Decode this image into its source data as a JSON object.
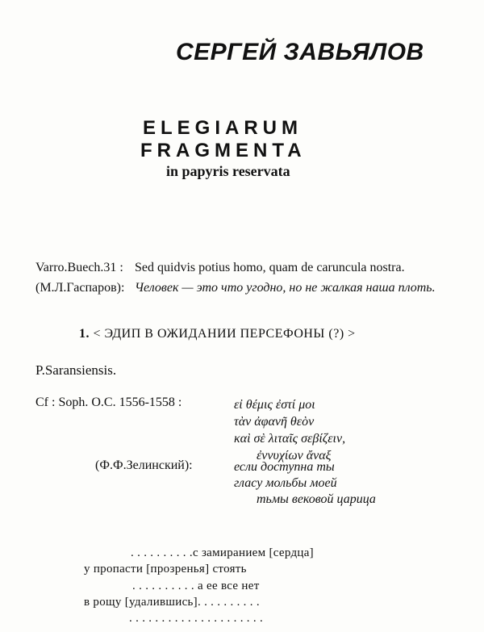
{
  "author": "СЕРГЕЙ ЗАВЬЯЛОВ",
  "title": {
    "line1": "ELEGIARUM",
    "line2": "FRAGMENTA",
    "subtitle": "in papyris reservata"
  },
  "epigraph": {
    "source1": "Varro.Buech.31 :",
    "text1": "Sed quidvis potius homo, quam de caruncula nostra.",
    "source2": "(М.Л.Гаспаров):",
    "text2": "Человек — это что угодно, но не жалкая наша плоть."
  },
  "section": {
    "number": "1.",
    "title": "< ЭДИП В ОЖИДАНИИ ПЕРСЕФОНЫ (?) >"
  },
  "papyrus": "P.Saransiensis.",
  "cf": {
    "source": "Cf : Soph. O.C. 1556-1558 :",
    "greek": [
      "εἰ θέμις ἐστί μοι",
      "τὰν ἀφανῆ θεὸν",
      "καὶ σὲ λιταῖς σεβίζειν,",
      "ἐννυχίων ἄναξ"
    ],
    "translator": "(Ф.Ф.Зелинский):",
    "translation": [
      "если доступна ты",
      "гласу мольбы моей",
      "тьмы вековой царица"
    ]
  },
  "poem": [
    ". . . . . . . . . .с замиранием [сердца]",
    "у пропасти [прозренья] стоять",
    ". . . . . . . . . . а ее все нет",
    "в рощу [удалившись]. . . . . . . . . .",
    ". . . . . . . . . . . . . . . . . . . . ."
  ]
}
